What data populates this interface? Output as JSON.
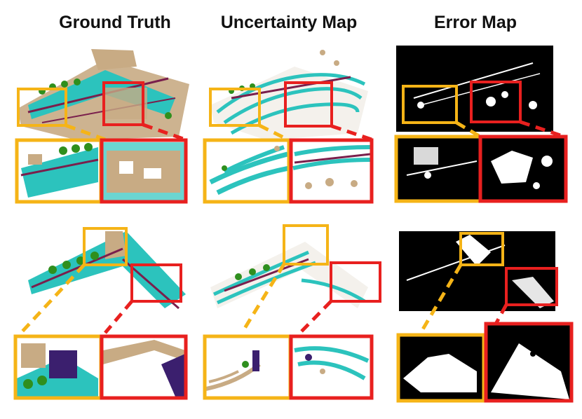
{
  "headers": {
    "ground_truth": "Ground Truth",
    "uncertainty_map": "Uncertainty Map",
    "error_map": "Error Map"
  },
  "colors": {
    "highlight_box_left": "#f5b417",
    "highlight_box_right": "#e8201f",
    "road": "#2cc3bd",
    "building": "#c8ab84",
    "vegetation": "#2f8f1e",
    "curb": "#7a1f4c",
    "vehicle": "#3b1f6e",
    "error_background": "#000000",
    "error_foreground": "#ffffff"
  },
  "rows": [
    {
      "panels": [
        "ground_truth",
        "uncertainty_map",
        "error_map"
      ]
    },
    {
      "panels": [
        "ground_truth",
        "uncertainty_map",
        "error_map"
      ]
    }
  ]
}
